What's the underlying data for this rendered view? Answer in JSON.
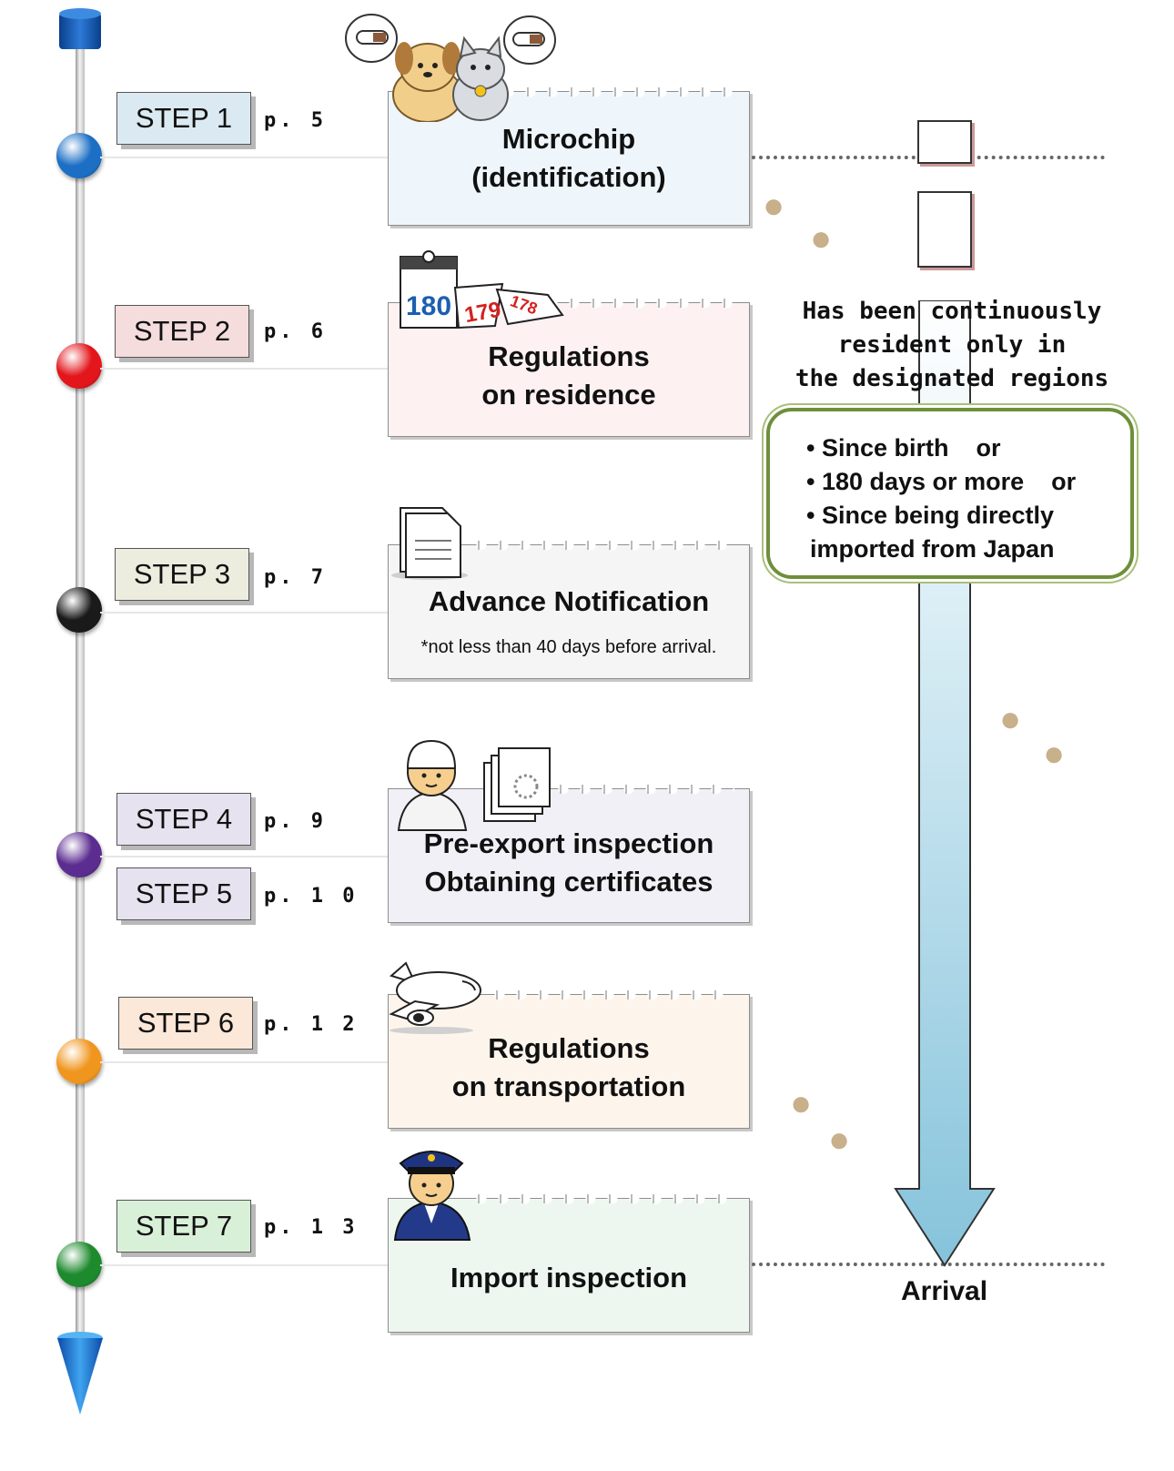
{
  "steps": [
    {
      "label": "STEP 1",
      "page": "p. 5",
      "color": "#dbeaf2"
    },
    {
      "label": "STEP 2",
      "page": "p. 6",
      "color": "#f5dcdd"
    },
    {
      "label": "STEP 3",
      "page": "p. 7",
      "color": "#ececdf"
    },
    {
      "label": "STEP 4",
      "page": "p. 9",
      "color": "#e6e2ef"
    },
    {
      "label": "STEP 5",
      "page": "p. 1 0",
      "color": "#e6e2ef"
    },
    {
      "label": "STEP 6",
      "page": "p. 1 2",
      "color": "#fbe8d8"
    },
    {
      "label": "STEP 7",
      "page": "p. 1 3",
      "color": "#d8f0d8"
    }
  ],
  "cards": [
    {
      "title": "Microchip\n(identification)",
      "bg": "#eef6fc",
      "icon": "dog-and-cat-icon"
    },
    {
      "title": "Regulations\non residence",
      "bg": "#fdf1f2",
      "icon": "calendar-icon"
    },
    {
      "title": "Advance Notification",
      "note": "*not less than 40 days before arrival.",
      "bg": "#f5f5f5",
      "icon": "document-icon"
    },
    {
      "title": "Pre-export inspection\nObtaining certificates",
      "bg": "#f2f0f7",
      "icon": "veterinarian-icon"
    },
    {
      "title": "Regulations\non transportation",
      "bg": "#fdf5ec",
      "icon": "airplane-icon"
    },
    {
      "title": "Import inspection",
      "bg": "#eef7ef",
      "icon": "officer-icon"
    }
  ],
  "ball_colors": [
    "#1c6fc4",
    "#e3161b",
    "#1a1a1a",
    "#5c2d91",
    "#f0961e",
    "#1e8a2e"
  ],
  "residence": {
    "text": "Has been continuously\nresident only in\nthe designated regions",
    "conditions": [
      {
        "text": "Since birth",
        "suffix": "or"
      },
      {
        "text": "180 days or more",
        "suffix": "or"
      },
      {
        "text": "Since being directly",
        "suffix": ""
      },
      {
        "text": "imported from Japan",
        "suffix": ""
      }
    ]
  },
  "arrival_label": "Arrival",
  "calendar_numbers": [
    "180",
    "179",
    "178"
  ]
}
